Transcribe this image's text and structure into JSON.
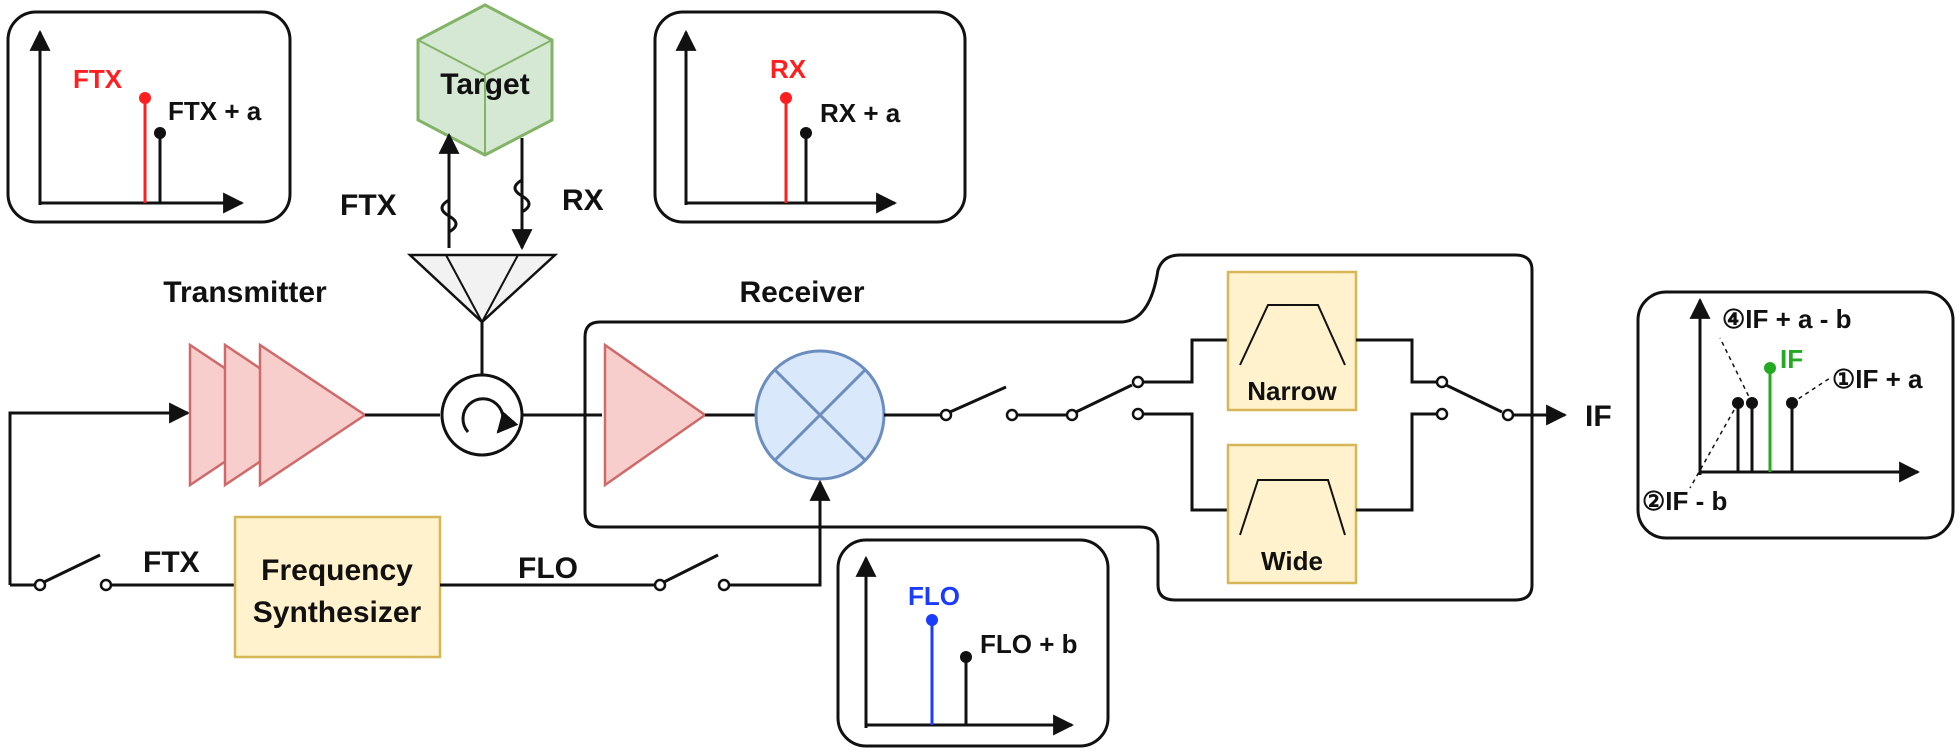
{
  "transmitter": {
    "label": "Transmitter"
  },
  "receiver": {
    "label": "Receiver"
  },
  "target": {
    "label": "Target"
  },
  "antenna_signals": {
    "tx_label": "FTX",
    "rx_label": "RX"
  },
  "synthesizer": {
    "line1": "Frequency",
    "line2": "Synthesizer"
  },
  "synth_inputs": {
    "ftx_label": "FTX",
    "flo_label": "FLO"
  },
  "filters": {
    "narrow": "Narrow",
    "wide": "Wide"
  },
  "output": {
    "label": "IF"
  },
  "spectrum_tx": {
    "main": "FTX",
    "side": "FTX + a"
  },
  "spectrum_rx": {
    "main": "RX",
    "side": "RX + a"
  },
  "spectrum_lo": {
    "main": "FLO",
    "side": "FLO + b"
  },
  "spectrum_if": {
    "main": "IF",
    "spur1": "①IF + a",
    "spur2": "②IF  - b",
    "spur4": "④IF + a - b"
  },
  "colors": {
    "tx_red": "#ff1f1f",
    "lo_blue": "#1a3cff",
    "if_green": "#22aa22",
    "amp_fill": "#f8cecc",
    "amp_stroke": "#d06a6a",
    "mixer_fill": "#dae8fc",
    "mixer_stroke": "#6c8ebf",
    "box_fill": "#fff2cc",
    "box_stroke": "#d6b656",
    "target_fill": "#d5e8d4",
    "target_stroke": "#82b366"
  }
}
